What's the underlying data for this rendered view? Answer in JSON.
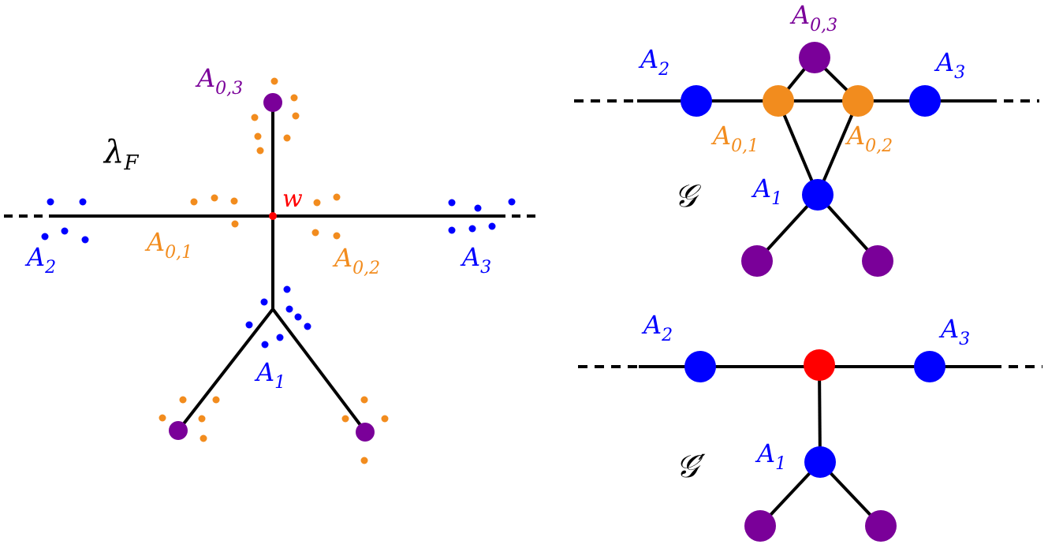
{
  "colors": {
    "edge": "#000000",
    "blue": "#0000ff",
    "orange": "#f28c1e",
    "purple": "#7a0099",
    "red": "#ff0000"
  },
  "left_diagram": {
    "labels": {
      "lambda": "λ",
      "lambda_sub": "F",
      "w": "w",
      "a": "A",
      "sub_03": "0,3",
      "sub_01": "0,1",
      "sub_02": "0,2",
      "sub_1": "1",
      "sub_2": "2",
      "sub_3": "3"
    }
  },
  "graph_g": {
    "name": "𝒢",
    "labels": {
      "a": "A",
      "sub_03": "0,3",
      "sub_01": "0,1",
      "sub_02": "0,2",
      "sub_1": "1",
      "sub_2": "2",
      "sub_3": "3"
    }
  },
  "graph_g_prime": {
    "name": "𝒢",
    "prime": "′",
    "labels": {
      "a": "A",
      "sub_1": "1",
      "sub_2": "2",
      "sub_3": "3"
    }
  }
}
